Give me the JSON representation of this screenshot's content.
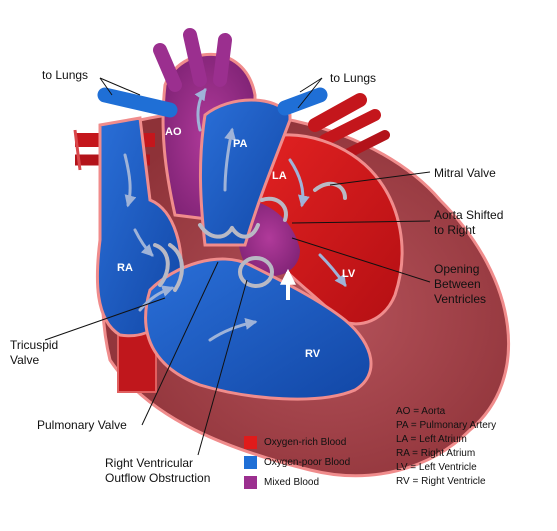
{
  "labels": {
    "to_lungs_left": "to Lungs",
    "to_lungs_right": "to Lungs",
    "mitral_valve": "Mitral Valve",
    "aorta_shifted": [
      "Aorta Shifted",
      "to Right"
    ],
    "opening": [
      "Opening",
      "Between",
      "Ventricles"
    ],
    "tricuspid": [
      "Tricuspid",
      "Valve"
    ],
    "pulmonary_valve": "Pulmonary Valve",
    "rvoto": [
      "Right Ventricular",
      "Outflow Obstruction"
    ]
  },
  "chambers": {
    "ao": "AO",
    "pa": "PA",
    "la": "LA",
    "ra": "RA",
    "lv": "LV",
    "rv": "RV"
  },
  "legend": [
    {
      "label": "Oxygen-rich Blood",
      "color": "#e01b1b"
    },
    {
      "label": "Oxygen-poor Blood",
      "color": "#1f6fd6"
    },
    {
      "label": "Mixed Blood",
      "color": "#9b2f8f"
    }
  ],
  "abbreviations": [
    "AO = Aorta",
    "PA = Pulmonary Artery",
    "LA = Left Atrium",
    "RA = Right Atrium",
    "LV = Left Ventricle",
    "RV = Right Ventricle"
  ],
  "colors": {
    "oxygen_rich": "#e01b1b",
    "oxygen_poor": "#1f6fd6",
    "mixed": "#9b2f8f",
    "muscle": "#a8474f",
    "outline": "#f08c8c",
    "valve": "#b9b9c4"
  }
}
